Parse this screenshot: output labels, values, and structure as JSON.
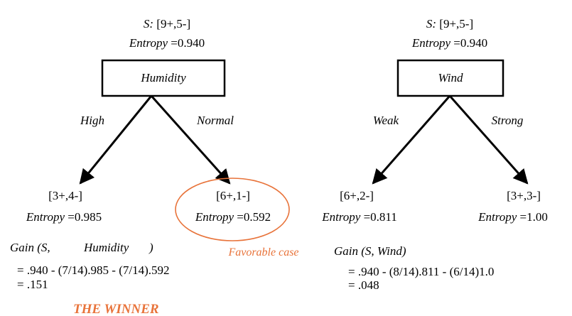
{
  "left_tree": {
    "set_prefix": "S:",
    "set_counts": "[9+,5-]",
    "entropy_word": "Entropy",
    "entropy_value": "=0.940",
    "attribute": "Humidity",
    "branches": [
      {
        "label": "High",
        "counts": "[3+,4-]",
        "entropy_word": "Entropy",
        "entropy_value": "=0.985"
      },
      {
        "label": "Normal",
        "counts": "[6+,1-]",
        "entropy_word": "Entropy",
        "entropy_value": "=0.592"
      }
    ],
    "gain_prefix": "Gain (S,",
    "gain_attr": "Humidity",
    "gain_suffix": ")",
    "calc_line1": "= .940 - (7/14).985 - (7/14).592",
    "calc_line2": "= .151",
    "winner_label": "THE WINNER",
    "favorable_label": "Favorable case"
  },
  "right_tree": {
    "set_prefix": "S:",
    "set_counts": "[9+,5-]",
    "entropy_word": "Entropy",
    "entropy_value": "=0.940",
    "attribute": "Wind",
    "branches": [
      {
        "label": "Weak",
        "counts": "[6+,2-]",
        "entropy_word": "Entropy",
        "entropy_value": "=0.811"
      },
      {
        "label": "Strong",
        "counts": "[3+,3-]",
        "entropy_word": "Entropy",
        "entropy_value": "=1.00"
      }
    ],
    "gain_label": "Gain (S, Wind)",
    "calc_line1": "= .940 - (8/14).811 - (6/14)1.0",
    "calc_line2": "= .048"
  },
  "colors": {
    "highlight": "#E8733A",
    "ink": "#000000"
  }
}
